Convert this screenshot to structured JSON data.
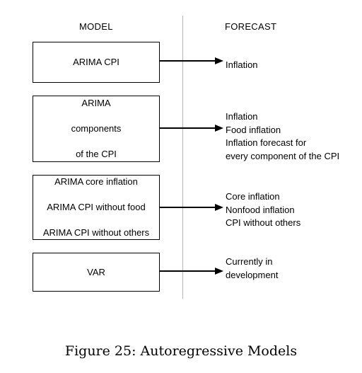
{
  "headers": {
    "model": "MODEL",
    "forecast": "FORECAST"
  },
  "rows": [
    {
      "model_lines": [
        "ARIMA CPI"
      ],
      "forecast_lines": [
        "Inflation"
      ]
    },
    {
      "model_lines": [
        "ARIMA",
        "components",
        "of the CPI"
      ],
      "forecast_lines": [
        "Inflation",
        "Food inflation",
        "Inflation forecast for",
        "every component of the CPI"
      ]
    },
    {
      "model_lines": [
        "ARIMA core inflation",
        "ARIMA CPI without food",
        "ARIMA CPI without others"
      ],
      "forecast_lines": [
        "Core inflation",
        "Nonfood inflation",
        "CPI without others"
      ]
    },
    {
      "model_lines": [
        "VAR"
      ],
      "forecast_lines": [
        "Currently in",
        "development"
      ]
    }
  ],
  "caption": "Figure 25: Autoregressive Models"
}
